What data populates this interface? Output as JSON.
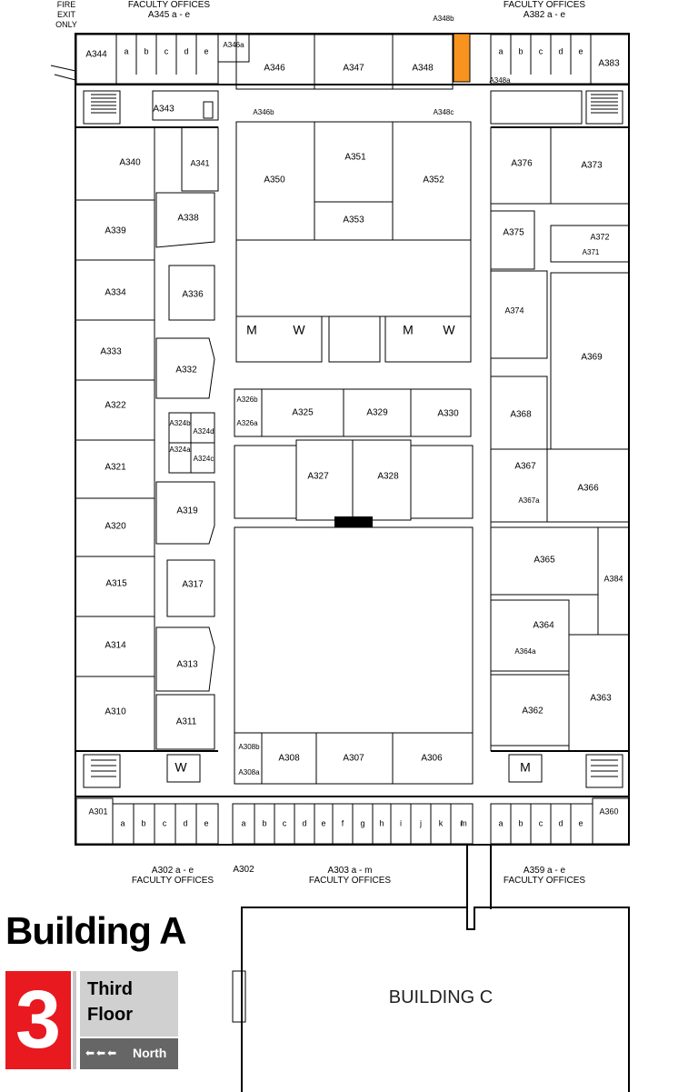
{
  "building_title": "Building A",
  "floor_number": "3",
  "floor_name_line1": "Third",
  "floor_name_line2": "Floor",
  "north_label": "North",
  "north_arrows": "⬅⬅⬅",
  "highlight_color": "#f7931e",
  "fire_exit": [
    "FIRE",
    "EXIT",
    "ONLY"
  ],
  "groups": {
    "a345": [
      "FACULTY OFFICES",
      "A345 a - e"
    ],
    "a382": [
      "FACULTY OFFICES",
      "A382 a - e"
    ],
    "a302": [
      "A302 a - e",
      "FACULTY OFFICES"
    ],
    "a302_single": "A302",
    "a303": [
      "A303 a - m",
      "FACULTY OFFICES"
    ],
    "a359": [
      "A359 a - e",
      "FACULTY OFFICES"
    ]
  },
  "building_c": "BUILDING C",
  "rooms": {
    "A344": "A344",
    "A346a": "A346a",
    "A346": "A346",
    "A347": "A347",
    "A348": "A348",
    "A348b": "A348b",
    "A348a": "A348a",
    "A383": "A383",
    "A343": "A343",
    "A346b": "A346b",
    "A348c": "A348c",
    "A340": "A340",
    "A341": "A341",
    "A350": "A350",
    "A351": "A351",
    "A352": "A352",
    "A376": "A376",
    "A373": "A373",
    "A339": "A339",
    "A338": "A338",
    "A353": "A353",
    "A375": "A375",
    "A372": "A372",
    "A371": "A371",
    "A334": "A334",
    "A336": "A336",
    "A374": "A374",
    "A369": "A369",
    "A333": "A333",
    "A332": "A332",
    "A322": "A322",
    "A326b": "A326b",
    "A326a": "A326a",
    "A325": "A325",
    "A329": "A329",
    "A330": "A330",
    "A368": "A368",
    "A324b": "A324b",
    "A324d": "A324d",
    "A324a": "A324a",
    "A324c": "A324c",
    "A321": "A321",
    "A327": "A327",
    "A328": "A328",
    "A367": "A367",
    "A367a": "A367a",
    "A366": "A366",
    "A320": "A320",
    "A319": "A319",
    "A315": "A315",
    "A317": "A317",
    "A365": "A365",
    "A384": "A384",
    "A314": "A314",
    "A313": "A313",
    "A364": "A364",
    "A364a": "A364a",
    "A310": "A310",
    "A311": "A311",
    "A362": "A362",
    "A363": "A363",
    "A308b": "A308b",
    "A308a": "A308a",
    "A308": "A308",
    "A307": "A307",
    "A306": "A306",
    "A301": "A301",
    "A360": "A360"
  },
  "restrooms": {
    "m": "M",
    "w": "W"
  },
  "offices": {
    "a345": [
      "a",
      "b",
      "c",
      "d",
      "e"
    ],
    "a382": [
      "a",
      "b",
      "c",
      "d",
      "e"
    ],
    "a302": [
      "a",
      "b",
      "c",
      "d",
      "e"
    ],
    "a303": [
      "a",
      "b",
      "c",
      "d",
      "e",
      "f",
      "g",
      "h",
      "i",
      "j",
      "k",
      "l",
      "m"
    ],
    "a359": [
      "a",
      "b",
      "c",
      "d",
      "e"
    ]
  }
}
